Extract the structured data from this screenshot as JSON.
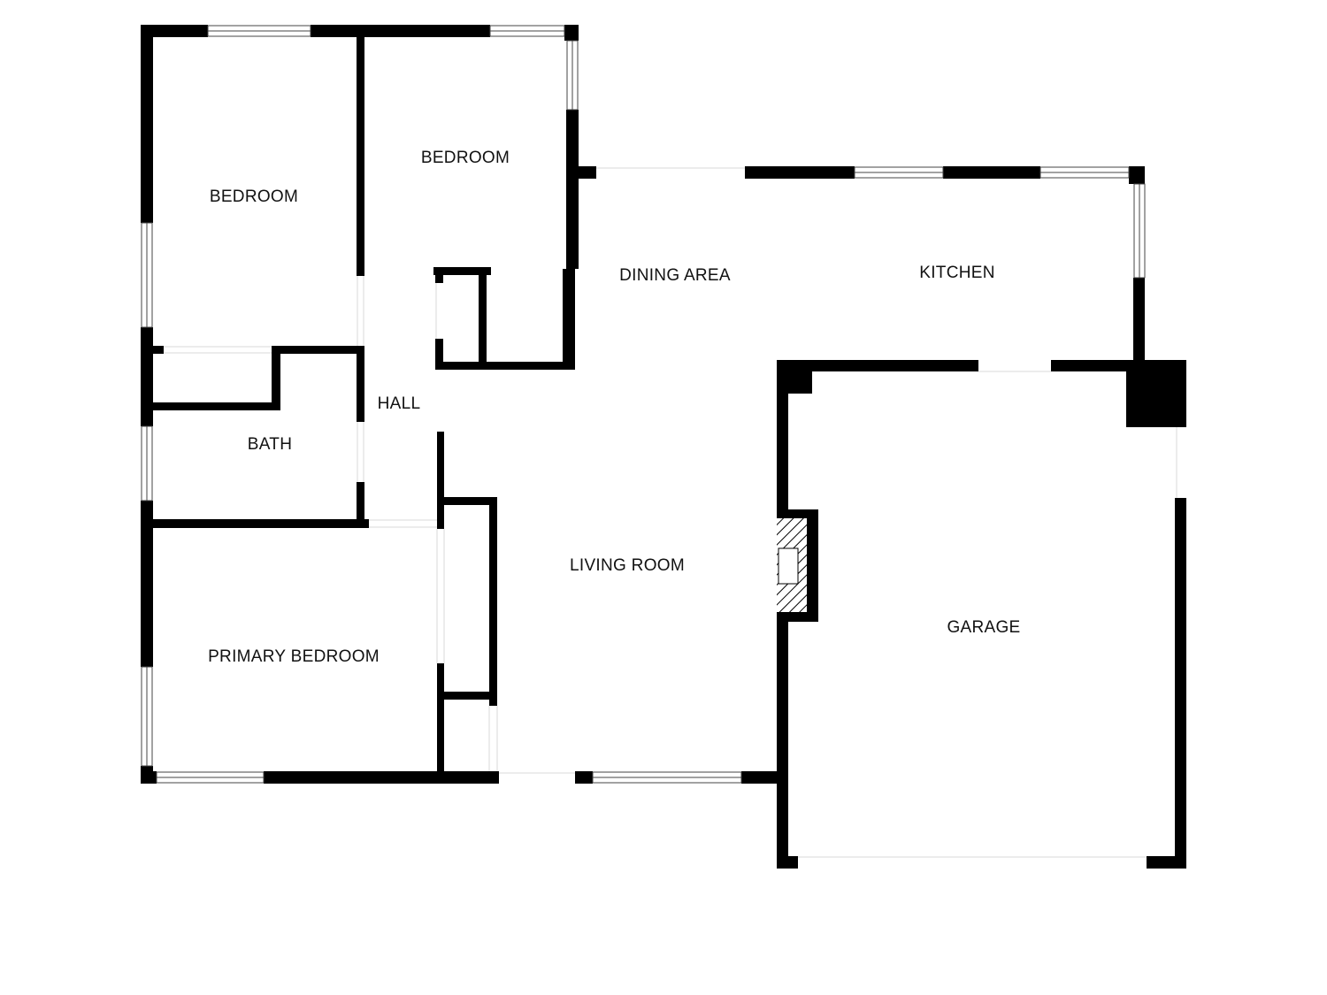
{
  "colors": {
    "wall": "#000000",
    "background": "#ffffff",
    "window_frame": "#555555"
  },
  "rooms": {
    "bedroom_left": "BEDROOM",
    "bedroom_top": "BEDROOM",
    "dining_area": "DINING AREA",
    "kitchen": "KITCHEN",
    "hall": "HALL",
    "bath": "BATH",
    "living_room": "LIVING ROOM",
    "primary_bedroom": "PRIMARY BEDROOM",
    "garage": "GARAGE"
  },
  "features": {
    "fireplace_icon": "hatched-fireplace",
    "window_icon": "double-line-window"
  }
}
